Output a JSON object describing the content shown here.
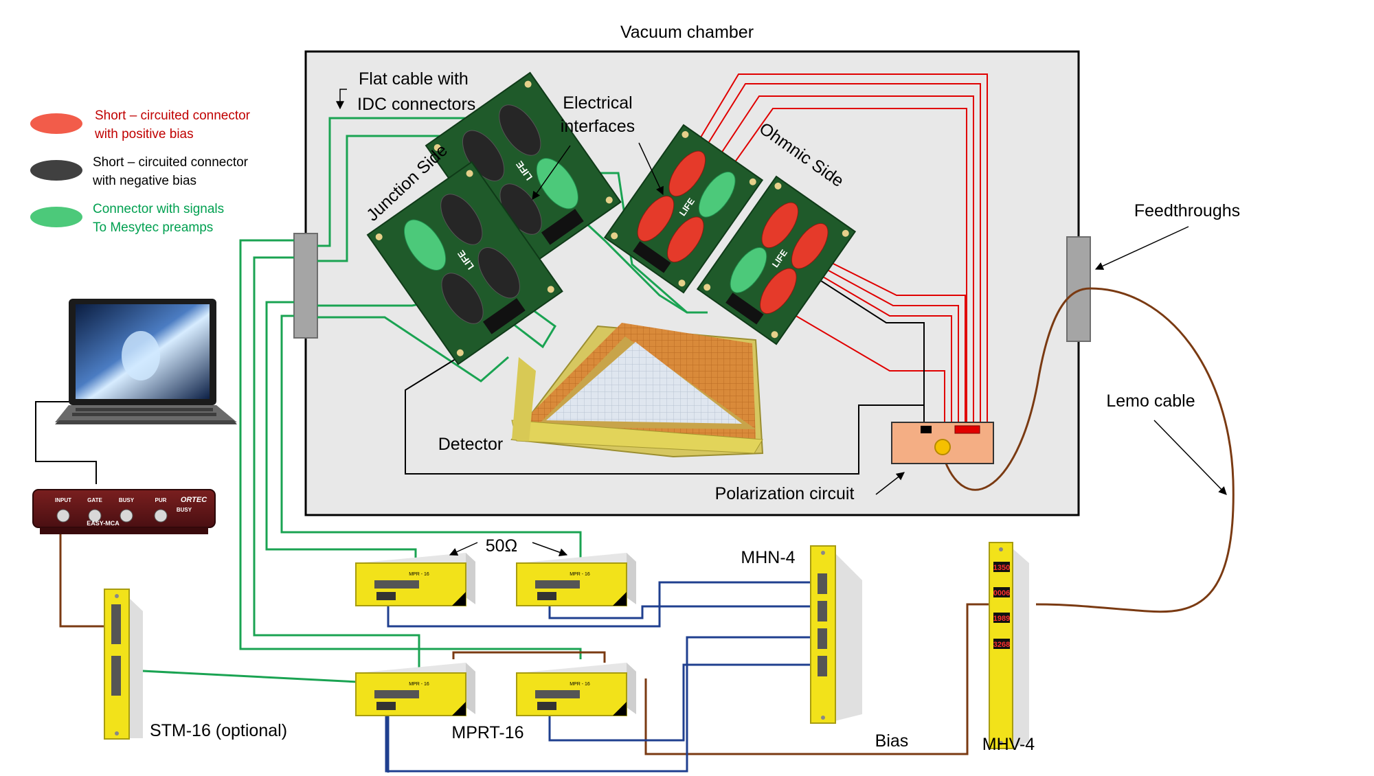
{
  "labels": {
    "vacuum_chamber": "Vacuum chamber",
    "flat_cable_line1": "Flat cable with",
    "flat_cable_line2": "IDC connectors",
    "electrical_line1": "Electrical",
    "electrical_line2": "interfaces",
    "junction_side": "Junction Side",
    "ohmnic_side": "Ohmnic Side",
    "feedthroughs": "Feedthroughs",
    "lemo_cable": "Lemo cable",
    "detector": "Detector",
    "polarization_circuit": "Polarization circuit",
    "fifty_ohm": "50Ω",
    "mhn4": "MHN-4",
    "mprt16": "MPRT-16",
    "stm16": "STM-16 (optional)",
    "bias": "Bias",
    "mhv4": "MHV-4",
    "pcb_brand": "LIFE"
  },
  "legend": [
    {
      "line1": "Short – circuited connector",
      "line2": "with positive bias",
      "swatch": "#f25c4a",
      "text_color": "#c00000"
    },
    {
      "line1": "Short – circuited connector",
      "line2": "with negative bias",
      "swatch": "#404040",
      "text_color": "#000000"
    },
    {
      "line1": "Connector with signals",
      "line2": "To Mesytec preamps",
      "swatch": "#4cc97a",
      "text_color": "#00a050"
    }
  ],
  "easy_mca": {
    "ports": [
      "INPUT",
      "GATE",
      "BUSY",
      "PUR"
    ],
    "brand": "ORTEC",
    "model": "EASY-MCA",
    "busy": "BUSY"
  },
  "mhv4_displays": [
    "1350",
    "0006",
    "1989",
    "3268"
  ],
  "preamp_label": "MPR - 16",
  "colors": {
    "signal": "#1aa352",
    "hv_red": "#e00000",
    "neg_black": "#000000",
    "brown": "#7a3a12",
    "blue": "#1f3f8f",
    "chamber_fill": "#e8e8e8",
    "pcb": "#1f5a2a",
    "module_yellow": "#f2e21a"
  }
}
